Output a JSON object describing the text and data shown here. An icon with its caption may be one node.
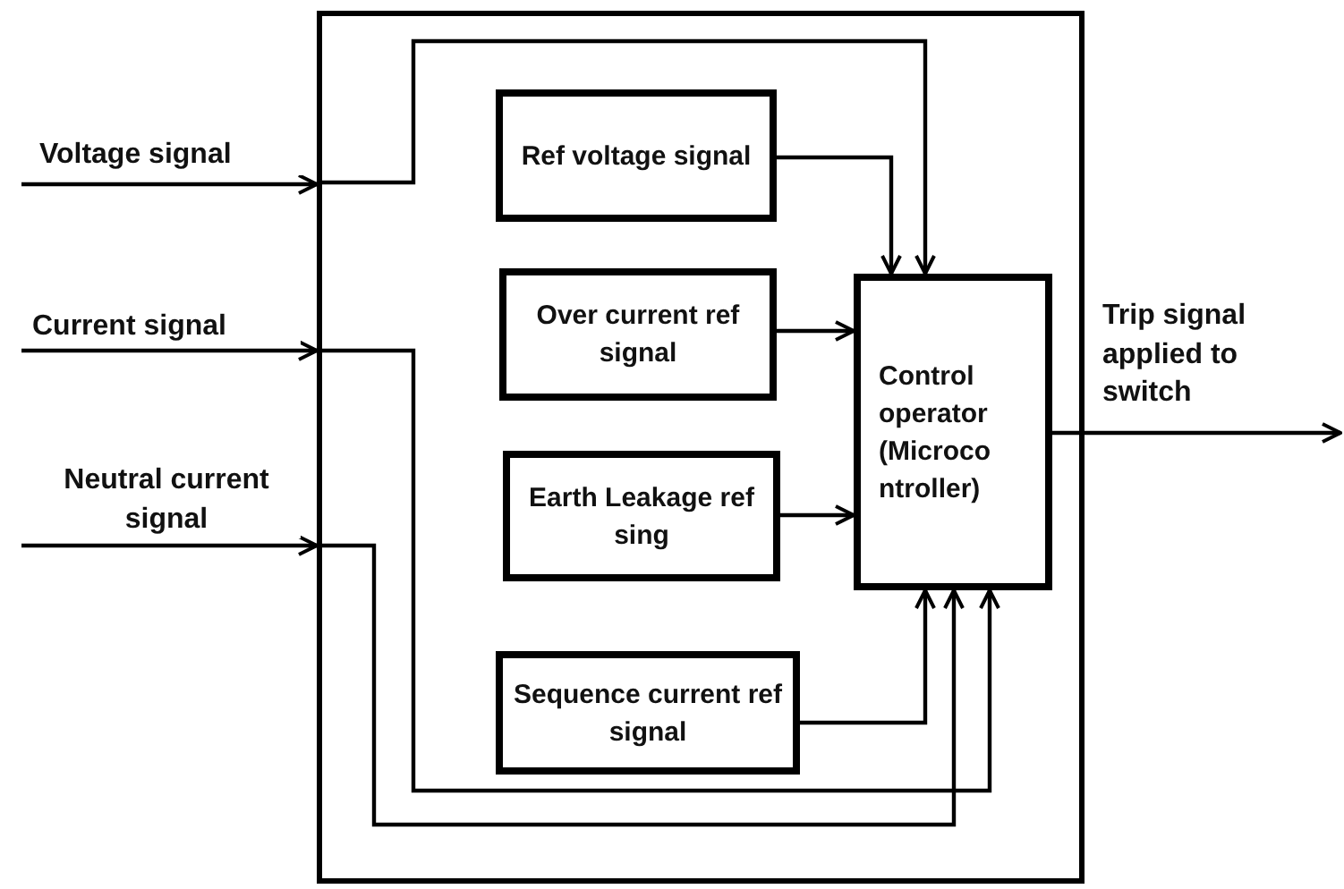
{
  "diagram": {
    "nodes": [
      {
        "text": [],
        "shape": "box"
      },
      {
        "text": [
          "Ref voltage signal"
        ],
        "in": 0
      },
      {
        "text": [
          "Over current ref signal"
        ],
        "in": 0
      },
      {
        "text": [
          "Earth Leakage ref sing"
        ],
        "in": 0
      },
      {
        "text": [
          "Sequence current ref signal"
        ],
        "in": 0
      },
      {
        "text": [
          "Control operator (Microco ntroller)"
        ],
        "in": 0
      }
    ],
    "edges": [
      {
        "from": null,
        "to": 0,
        "arrow": "to",
        "label": "Voltage signal"
      },
      {
        "from": null,
        "to": 0,
        "arrow": "to",
        "label": "Current signal"
      },
      {
        "from": null,
        "to": 0,
        "arrow": "to",
        "label": "Neutral current signal"
      },
      {
        "from": 0,
        "to": 5,
        "arrow": "to"
      },
      {
        "from": 1,
        "to": 5,
        "arrow": "to"
      },
      {
        "from": 2,
        "to": 5,
        "arrow": "to"
      },
      {
        "from": 3,
        "to": 5,
        "arrow": "to"
      },
      {
        "from": 4,
        "to": 5,
        "arrow": "to"
      },
      {
        "from": 0,
        "to": 5,
        "arrow": "to"
      },
      {
        "from": 0,
        "to": 5,
        "arrow": "to"
      },
      {
        "from": 5,
        "to": null,
        "arrow": "to",
        "label": "Trip signal applied to switch"
      }
    ]
  }
}
